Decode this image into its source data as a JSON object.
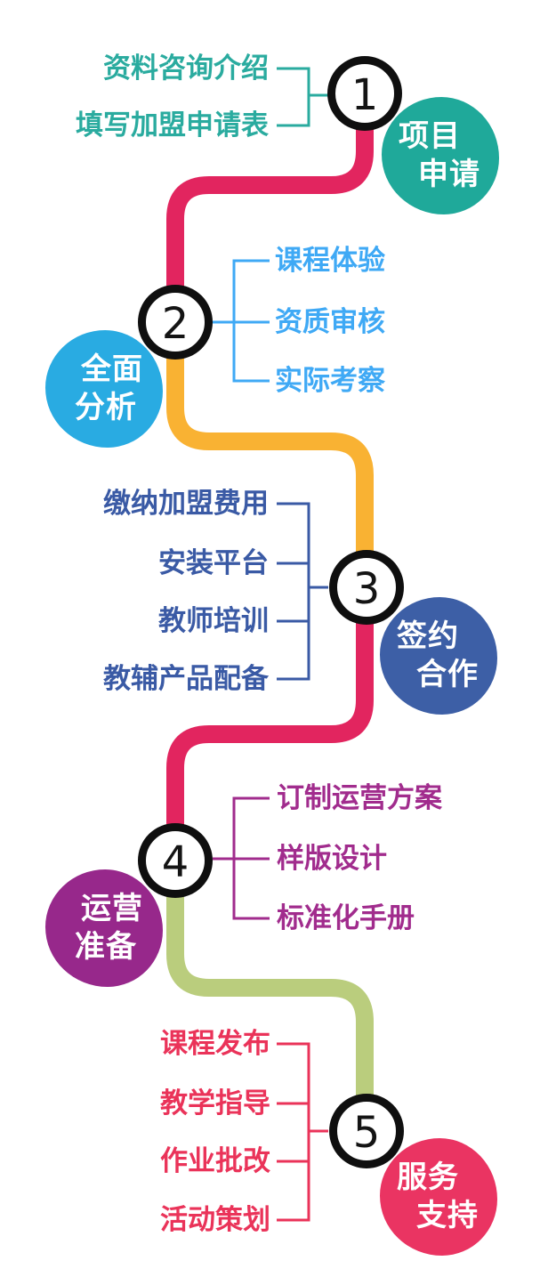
{
  "diagram_type": "process-flow-infographic",
  "steps": [
    {
      "number": "1",
      "label": "项目申请",
      "label_lines": [
        "项目",
        "申请"
      ],
      "blob_color": "#1FA99A",
      "accent": "#2AAB9F",
      "items": [
        "资料咨询介绍",
        "填写加盟申请表"
      ]
    },
    {
      "number": "2",
      "label": "全面分析",
      "label_lines": [
        "全面",
        "分析"
      ],
      "blob_color": "#29ABE2",
      "accent": "#3FA9F5",
      "items": [
        "课程体验",
        "资质审核",
        "实际考察"
      ]
    },
    {
      "number": "3",
      "label": "签约合作",
      "label_lines": [
        "签约",
        "合作"
      ],
      "blob_color": "#3D5FA6",
      "accent": "#3A5AA5",
      "items": [
        "缴纳加盟费用",
        "安装平台",
        "教师培训",
        "教辅产品配备"
      ]
    },
    {
      "number": "4",
      "label": "运营准备",
      "label_lines": [
        "运营",
        "准备"
      ],
      "blob_color": "#97288B",
      "accent": "#A12C8D",
      "items": [
        "订制运营方案",
        "样版设计",
        "标准化手册"
      ]
    },
    {
      "number": "5",
      "label": "服务支持",
      "label_lines": [
        "服务",
        "支持"
      ],
      "blob_color": "#EA3462",
      "accent": "#EA3359",
      "items": [
        "课程发布",
        "教学指导",
        "作业批改",
        "活动策划"
      ]
    }
  ],
  "path_segments": [
    {
      "from": "1",
      "to": "2",
      "color": "#E2255F"
    },
    {
      "from": "2",
      "to": "3",
      "color": "#F9B233"
    },
    {
      "from": "3",
      "to": "4",
      "color": "#E2255F"
    },
    {
      "from": "4",
      "to": "5",
      "color": "#BACD7D"
    }
  ],
  "number_circle": {
    "stroke": "#0F0F0F",
    "fill": "#FFFFFF"
  }
}
